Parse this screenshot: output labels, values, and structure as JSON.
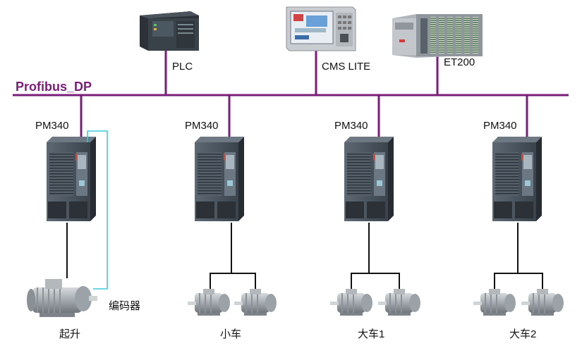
{
  "bus": {
    "label": "Profibus_DP",
    "color": "#7a1d7a"
  },
  "top_devices": [
    {
      "id": "plc",
      "label": "PLC"
    },
    {
      "id": "cms",
      "label": "CMS LITE"
    },
    {
      "id": "et200",
      "label": "ET200"
    }
  ],
  "drives": [
    {
      "label": "PM340",
      "load": "起升",
      "encoder": "编码器",
      "motors": 1
    },
    {
      "label": "PM340",
      "load": "小车",
      "motors": 2
    },
    {
      "label": "PM340",
      "load": "大车1",
      "motors": 2
    },
    {
      "label": "PM340",
      "load": "大车2",
      "motors": 2
    }
  ],
  "colors": {
    "encoder_wire": "#3cc8d8",
    "power_wire": "#111111",
    "drive_body": "#3b4450",
    "drive_front": "#7a8a96",
    "motor": "#a7adb2"
  }
}
